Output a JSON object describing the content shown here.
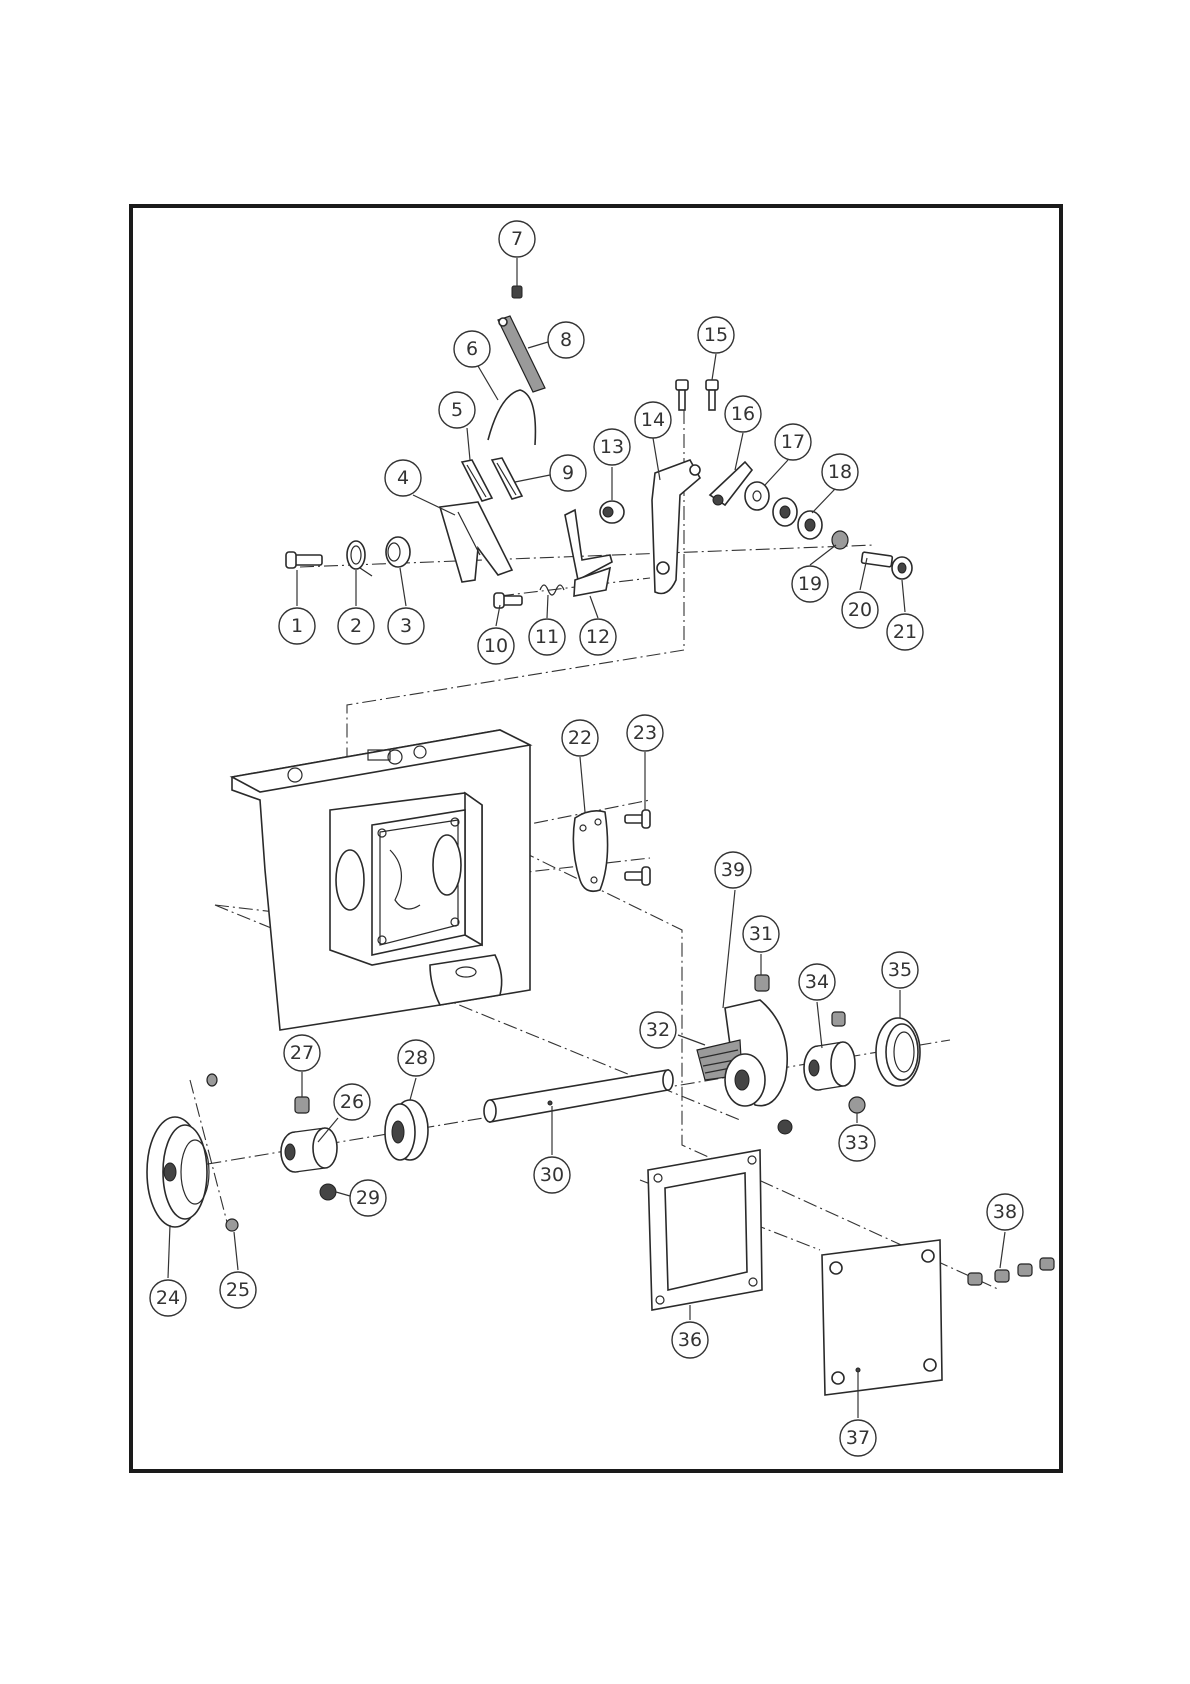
{
  "diagram": {
    "frame_color": "#1a1a1a",
    "callouts": [
      "1",
      "2",
      "3",
      "4",
      "5",
      "6",
      "7",
      "8",
      "9",
      "10",
      "11",
      "12",
      "13",
      "14",
      "15",
      "16",
      "17",
      "18",
      "19",
      "20",
      "21",
      "22",
      "23",
      "24",
      "25",
      "26",
      "27",
      "28",
      "29",
      "30",
      "31",
      "32",
      "33",
      "34",
      "35",
      "36",
      "37",
      "38",
      "39"
    ]
  }
}
